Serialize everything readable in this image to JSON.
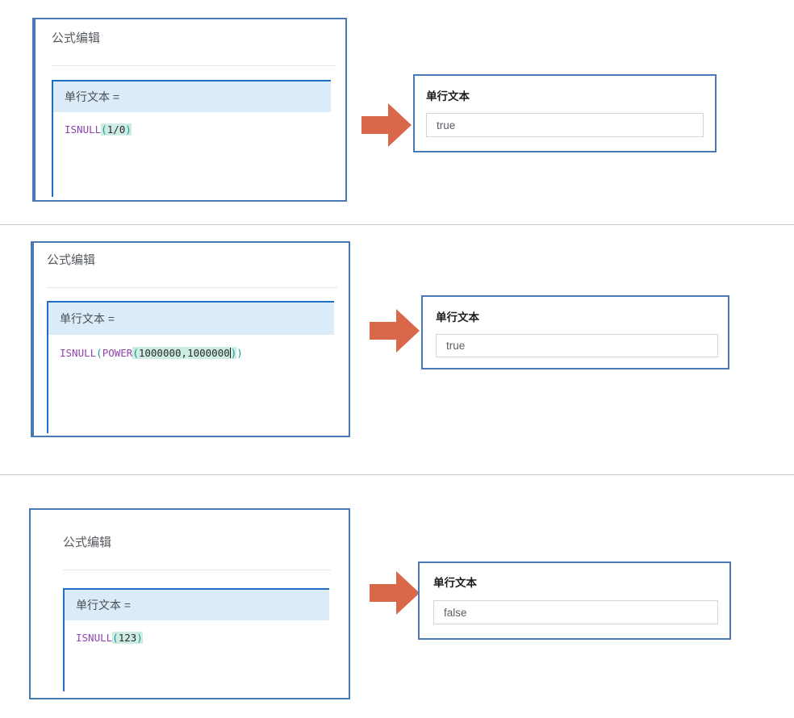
{
  "page": {
    "background": "#ffffff",
    "panel_border_color": "#4a7ab5",
    "arrow_color": "#d9674a",
    "formula_header_bg": "#dcebf8",
    "formula_accent_border": "#1f6fc4",
    "divider_color": "#c9c9c9",
    "token_function_color": "#8e44ad",
    "token_paren_color": "#149b8e",
    "token_highlight_bg": "#cdece3"
  },
  "examples": [
    {
      "id": "example-1",
      "editor": {
        "title": "公式编辑",
        "field_label": "单行文本 =",
        "formula_text": "ISNULL(1/0)",
        "tokens": [
          {
            "text": "ISNULL",
            "type": "fn"
          },
          {
            "text": "(",
            "type": "paren-h"
          },
          {
            "text": "1/0",
            "type": "num"
          },
          {
            "text": ")",
            "type": "paren-h"
          }
        ],
        "has_caret": false
      },
      "arrow": {
        "name": "arrow-right-icon"
      },
      "result": {
        "label": "单行文本",
        "value": "true"
      }
    },
    {
      "id": "example-2",
      "editor": {
        "title": "公式编辑",
        "field_label": "单行文本 =",
        "formula_text": "ISNULL(POWER(1000000,1000000))",
        "tokens": [
          {
            "text": "ISNULL",
            "type": "fn"
          },
          {
            "text": "(",
            "type": "paren"
          },
          {
            "text": "POWER",
            "type": "fn"
          },
          {
            "text": "(",
            "type": "paren-h"
          },
          {
            "text": "1000000,1000000",
            "type": "num"
          },
          {
            "text": ")",
            "type": "paren-h",
            "caret_before": true
          },
          {
            "text": ")",
            "type": "paren"
          }
        ],
        "has_caret": true
      },
      "arrow": {
        "name": "arrow-right-icon"
      },
      "result": {
        "label": "单行文本",
        "value": "true"
      }
    },
    {
      "id": "example-3",
      "editor": {
        "title": "公式编辑",
        "field_label": "单行文本 =",
        "formula_text": "ISNULL(123)",
        "tokens": [
          {
            "text": "ISNULL",
            "type": "fn"
          },
          {
            "text": "(",
            "type": "paren-h"
          },
          {
            "text": "123",
            "type": "num"
          },
          {
            "text": ")",
            "type": "paren-h"
          }
        ],
        "has_caret": false
      },
      "arrow": {
        "name": "arrow-right-icon"
      },
      "result": {
        "label": "单行文本",
        "value": "false"
      }
    }
  ]
}
